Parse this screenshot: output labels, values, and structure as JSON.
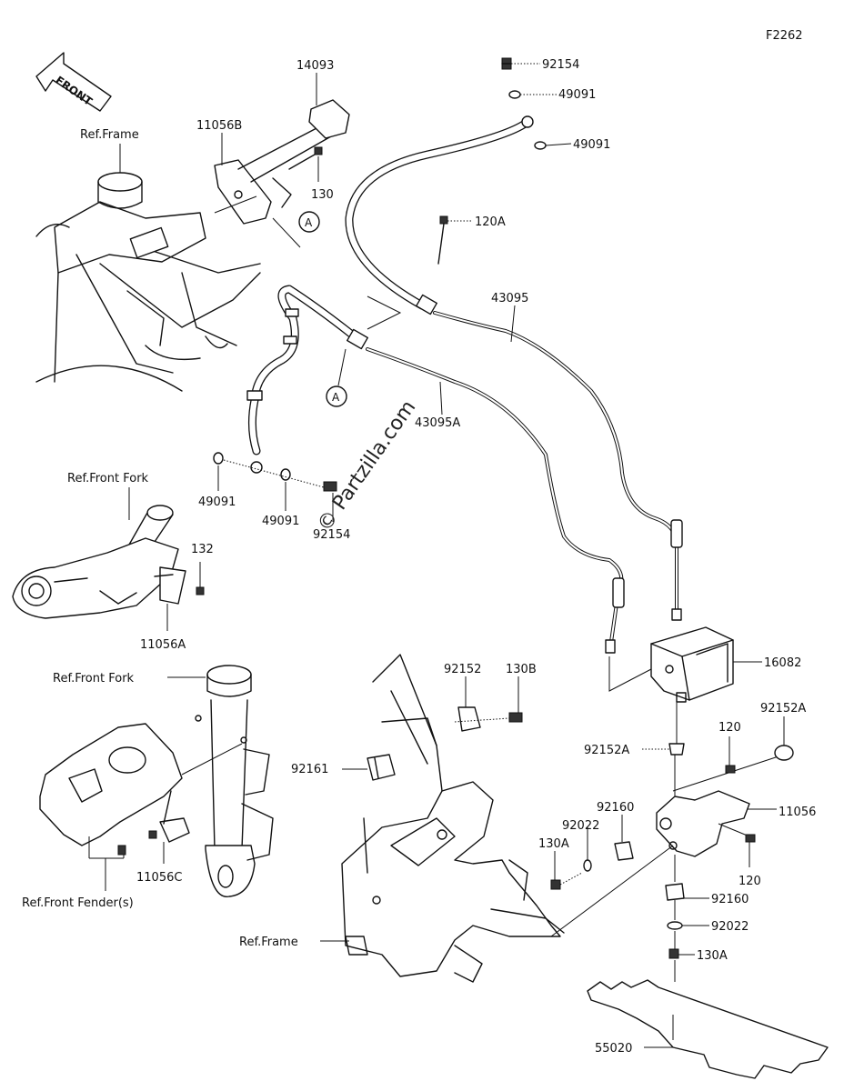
{
  "diagram_code": "F2262",
  "front_label": "FRONT",
  "watermark": "© Partzilla.com",
  "callout_a": "A",
  "refs": {
    "frame_top": "Ref.Frame",
    "front_fork_top": "Ref.Front Fork",
    "front_fork_mid": "Ref.Front Fork",
    "front_fender": "Ref.Front Fender(s)",
    "frame_bottom": "Ref.Frame"
  },
  "parts": {
    "p14093": "14093",
    "p11056B": "11056B",
    "p130_top": "130",
    "p92154_top": "92154",
    "p49091_top1": "49091",
    "p49091_top2": "49091",
    "p120A": "120A",
    "p43095": "43095",
    "p43095A": "43095A",
    "p49091_left": "49091",
    "p49091_mid": "49091",
    "p92154_mid": "92154",
    "p132": "132",
    "p11056A": "11056A",
    "p11056C": "11056C",
    "p92152": "92152",
    "p130B": "130B",
    "p92161": "92161",
    "p16082": "16082",
    "p92152A_1": "92152A",
    "p92152A_2": "92152A",
    "p120_1": "120",
    "p120_2": "120",
    "p11056": "11056",
    "p92160_1": "92160",
    "p92160_2": "92160",
    "p92022_1": "92022",
    "p92022_2": "92022",
    "p130A_1": "130A",
    "p130A_2": "130A",
    "p55020": "55020"
  }
}
